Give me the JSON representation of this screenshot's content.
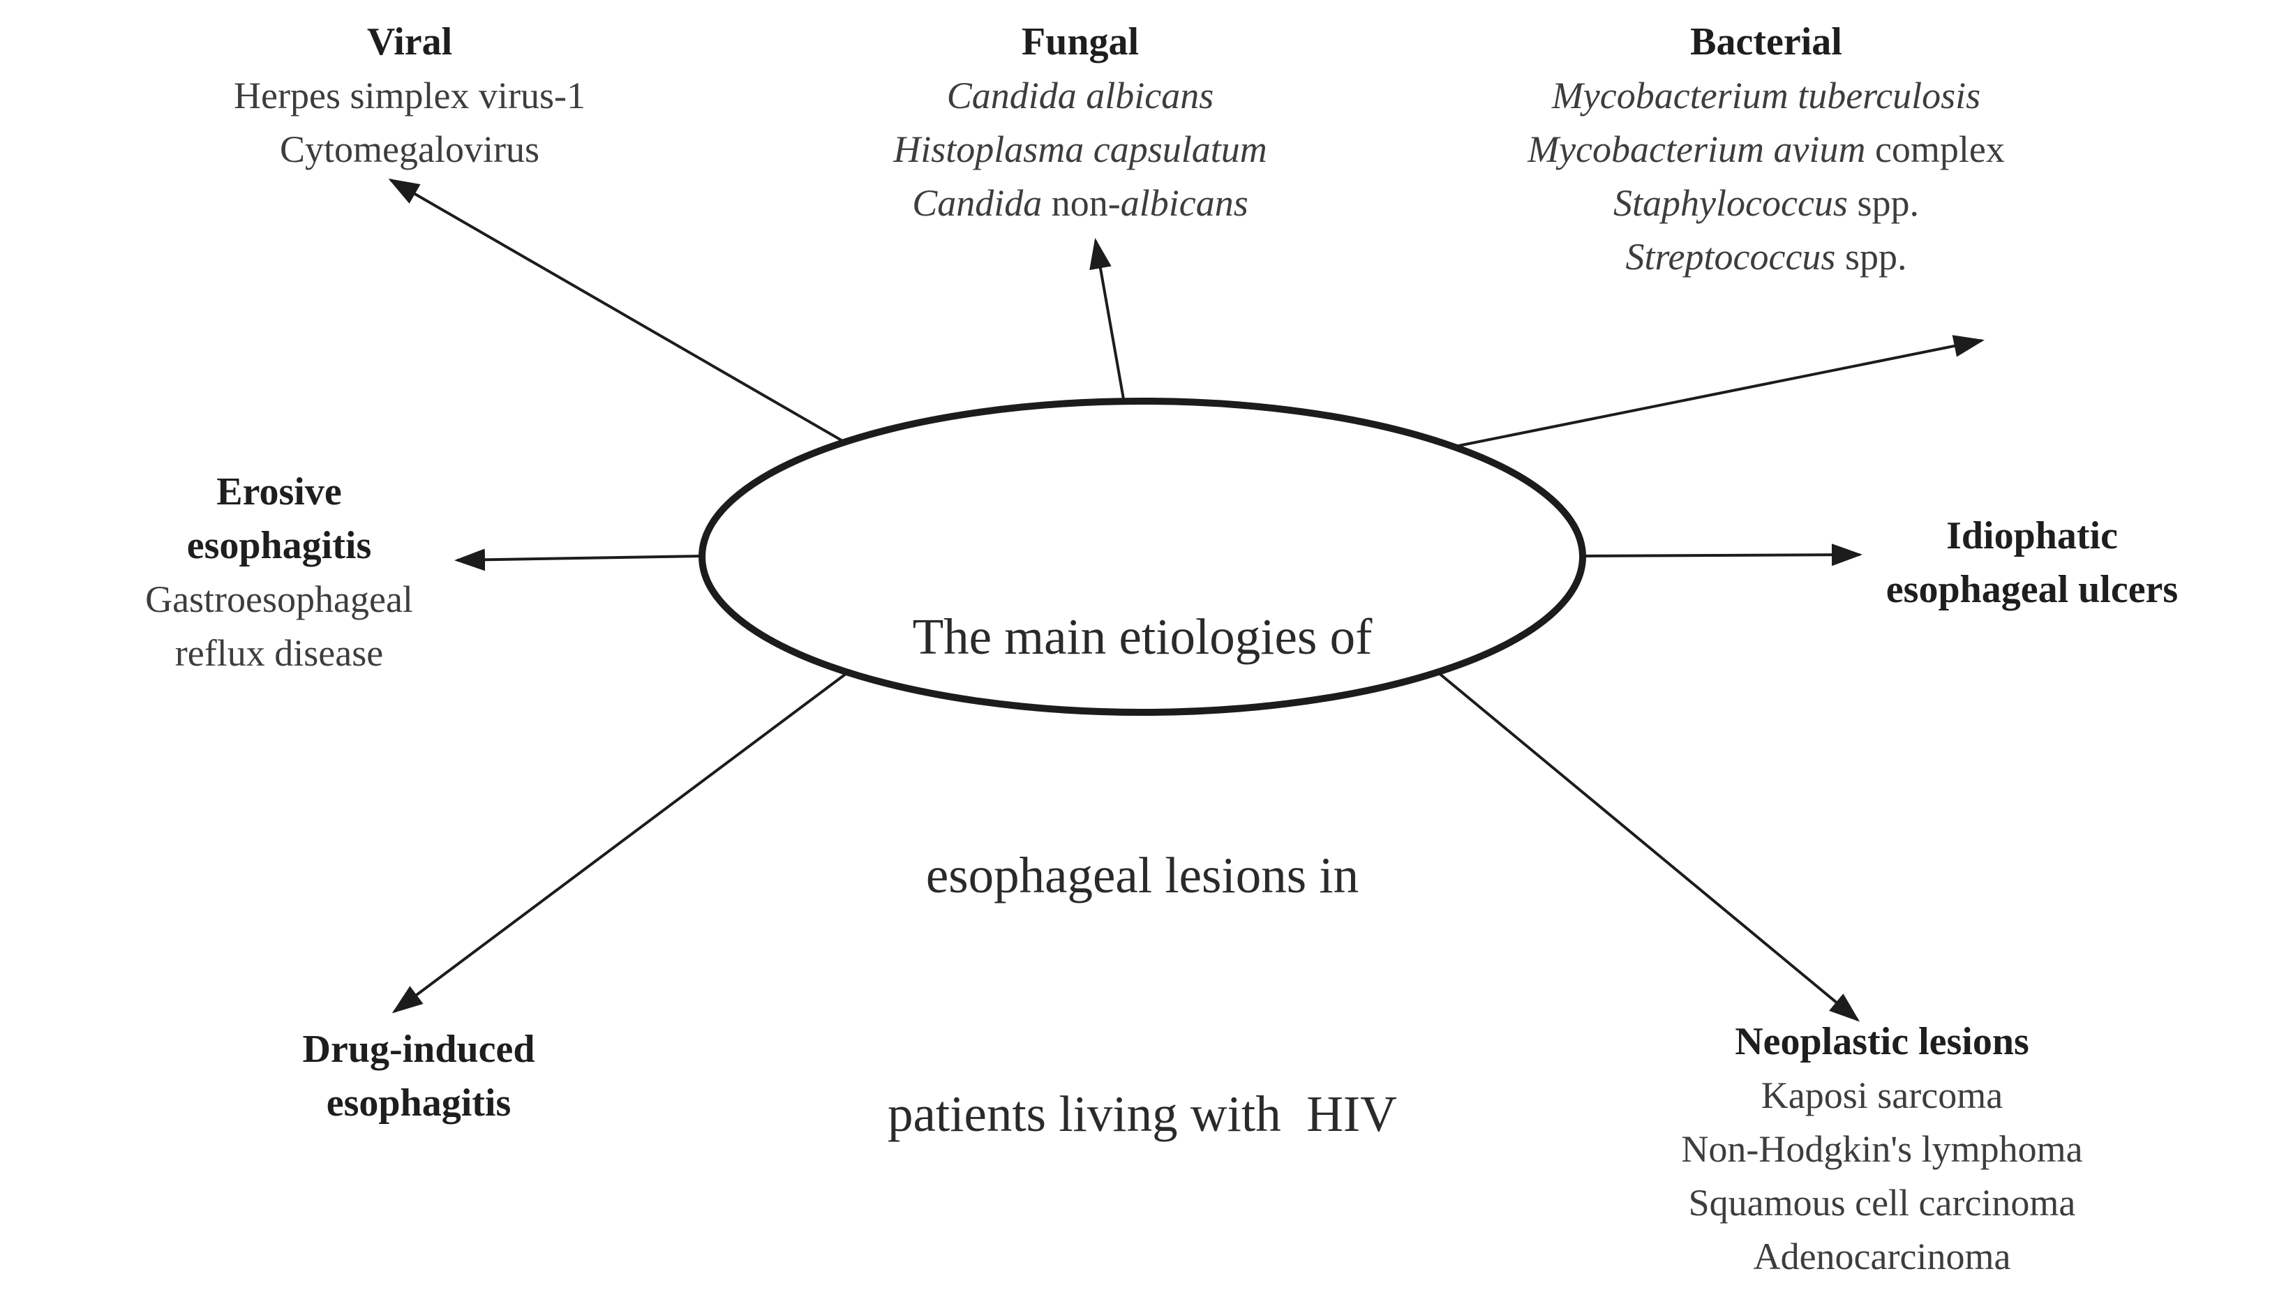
{
  "figure": {
    "ink_color": "#1c1c1c",
    "background": "#ffffff"
  },
  "center": {
    "lines": [
      "The main etiologies of",
      "esophageal lesions in",
      "patients living with  HIV"
    ]
  },
  "nodes": {
    "viral": {
      "title_lines": [
        "Viral"
      ],
      "items": [
        [
          {
            "text": "Herpes simplex virus-1"
          }
        ],
        [
          {
            "text": "Cytomegalovirus"
          }
        ]
      ]
    },
    "fungal": {
      "title_lines": [
        "Fungal"
      ],
      "items": [
        [
          {
            "text": "Candida albicans",
            "italic": true
          }
        ],
        [
          {
            "text": "Histoplasma capsulatum",
            "italic": true
          }
        ],
        [
          {
            "text": "Candida",
            "italic": true
          },
          {
            "text": " non-"
          },
          {
            "text": "albicans",
            "italic": true
          }
        ]
      ]
    },
    "bacterial": {
      "title_lines": [
        "Bacterial"
      ],
      "items": [
        [
          {
            "text": "Mycobacterium tuberculosis",
            "italic": true
          }
        ],
        [
          {
            "text": "Mycobacterium avium",
            "italic": true
          },
          {
            "text": " complex"
          }
        ],
        [
          {
            "text": "Staphylococcus",
            "italic": true
          },
          {
            "text": " spp."
          }
        ],
        [
          {
            "text": "Streptococcus",
            "italic": true
          },
          {
            "text": " spp."
          }
        ]
      ]
    },
    "erosive": {
      "title_lines": [
        "Erosive",
        "esophagitis"
      ],
      "items": [
        [
          {
            "text": "Gastroesophageal"
          }
        ],
        [
          {
            "text": "reflux disease"
          }
        ]
      ]
    },
    "idiopathic": {
      "title_lines": [
        "Idiophatic",
        "esophageal ulcers"
      ],
      "items": []
    },
    "drug": {
      "title_lines": [
        "Drug-induced",
        "esophagitis"
      ],
      "items": []
    },
    "neoplastic": {
      "title_lines": [
        "Neoplastic lesions"
      ],
      "items": [
        [
          {
            "text": "Kaposi sarcoma"
          }
        ],
        [
          {
            "text": "Non-Hodgkin's lymphoma"
          }
        ],
        [
          {
            "text": "Squamous cell carcinoma"
          }
        ],
        [
          {
            "text": "Adenocarcinoma"
          }
        ]
      ]
    }
  }
}
